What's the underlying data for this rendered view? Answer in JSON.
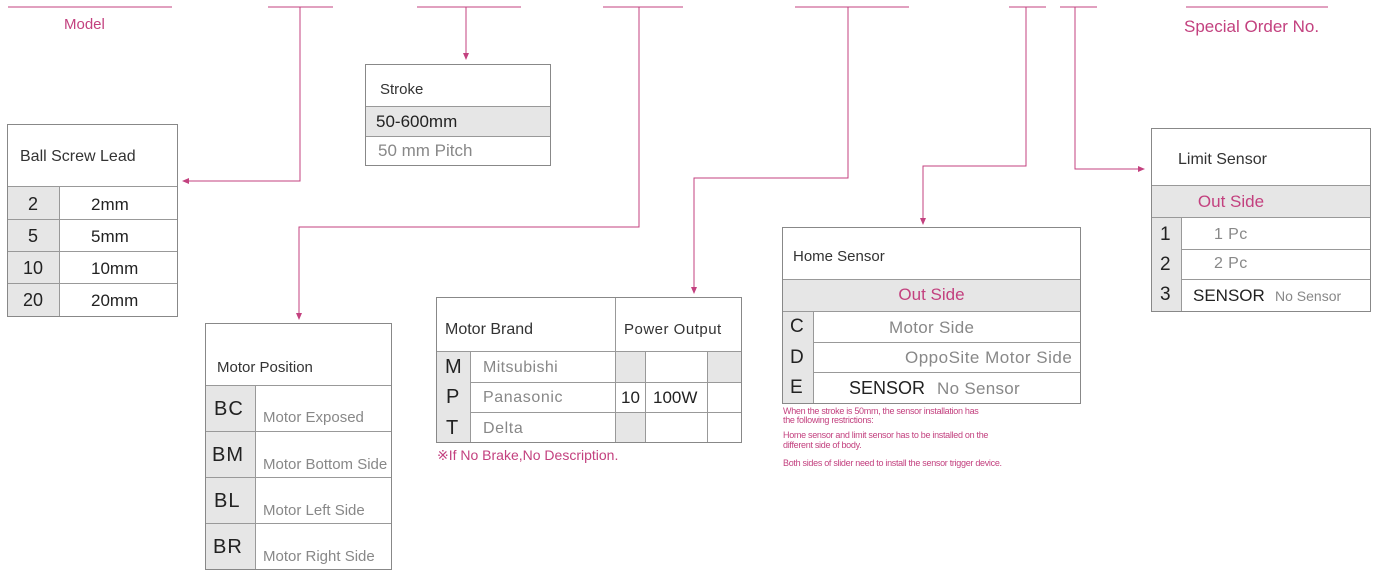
{
  "labels": {
    "model": "Model",
    "special_order": "Special Order No."
  },
  "ball_screw_lead": {
    "title": "Ball Screw Lead",
    "rows": [
      {
        "code": "2",
        "value": "2mm"
      },
      {
        "code": "5",
        "value": "5mm"
      },
      {
        "code": "10",
        "value": "10mm"
      },
      {
        "code": "20",
        "value": "20mm"
      }
    ]
  },
  "stroke": {
    "title": "Stroke",
    "range": "50-600mm",
    "pitch": "50 mm Pitch"
  },
  "motor_position": {
    "title": "Motor Position",
    "rows": [
      {
        "code": "BC",
        "value": "Motor Exposed"
      },
      {
        "code": "BM",
        "value": "Motor Bottom Side"
      },
      {
        "code": "BL",
        "value": "Motor Left Side"
      },
      {
        "code": "BR",
        "value": "Motor Right Side"
      }
    ]
  },
  "motor_brand": {
    "title": "Motor Brand",
    "rows": [
      {
        "code": "M",
        "value": "Mitsubishi"
      },
      {
        "code": "P",
        "value": "Panasonic"
      },
      {
        "code": "T",
        "value": "Delta"
      }
    ],
    "note": "※If No Brake,No Description."
  },
  "power_output": {
    "title": "Power Output",
    "code": "10",
    "value": "100W"
  },
  "home_sensor": {
    "title": "Home Sensor",
    "subheader": "Out Side",
    "rows": [
      {
        "code": "C",
        "value": "Motor Side"
      },
      {
        "code": "D",
        "value": "OppoSite Motor Side"
      },
      {
        "code": "E",
        "value_strong": "SENSOR",
        "value": "No Sensor"
      }
    ],
    "notes": [
      "When the stroke is 50mm, the sensor installation has",
      "the following restrictions:",
      "Home sensor and limit sensor has to be installed on the",
      "different side of body.",
      "Both sides of slider need to install the sensor trigger device."
    ]
  },
  "limit_sensor": {
    "title": "Limit Sensor",
    "subheader": "Out Side",
    "rows": [
      {
        "code": "1",
        "value": "1 Pc"
      },
      {
        "code": "2",
        "value": "2 Pc"
      },
      {
        "code": "3",
        "value_strong": "SENSOR",
        "value": "No Sensor"
      }
    ]
  },
  "colors": {
    "accent": "#c3417f",
    "border": "#888888",
    "shade": "#e6e6e6"
  }
}
